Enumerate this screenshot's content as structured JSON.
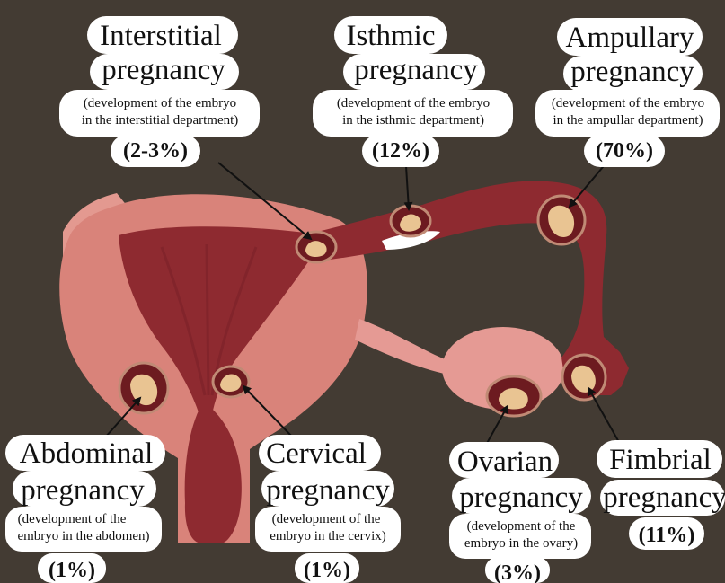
{
  "colors": {
    "background": "#433b33",
    "uterus_outer": "#d9837a",
    "uterus_inner": "#8e2a30",
    "tube": "#8e2a30",
    "ovary": "#e59a94",
    "embryo": "#e9c492",
    "label_bubble": "#ffffff",
    "arrow": "#111111"
  },
  "labels": {
    "interstitial": {
      "line1": "Interstitial",
      "line2": "pregnancy",
      "desc1": "(development of the embryo",
      "desc2": "in the interstitial department)",
      "pct": "(2-3%)"
    },
    "isthmic": {
      "line1": "Isthmic",
      "line2": "pregnancy",
      "desc1": "(development of the embryo",
      "desc2": "in the isthmic department)",
      "pct": "(12%)"
    },
    "ampullary": {
      "line1": "Ampullary",
      "line2": "pregnancy",
      "desc1": "(development of the embryo",
      "desc2": "in the ampullar department)",
      "pct": "(70%)"
    },
    "abdominal": {
      "line1": "Abdominal",
      "line2": "pregnancy",
      "desc1": "(development of the",
      "desc2": "embryo in the abdomen)",
      "pct": "(1%)"
    },
    "cervical": {
      "line1": "Cervical",
      "line2": "pregnancy",
      "desc1": "(development of the",
      "desc2": "embryo in the cervix)",
      "pct": "(1%)"
    },
    "ovarian": {
      "line1": "Ovarian",
      "line2": "pregnancy",
      "desc1": "(development of the",
      "desc2": "embryo in the ovary)",
      "pct": "(3%)"
    },
    "fimbrial": {
      "line1": "Fimbrial",
      "line2": "pregnancy",
      "pct": "(11%)"
    }
  }
}
